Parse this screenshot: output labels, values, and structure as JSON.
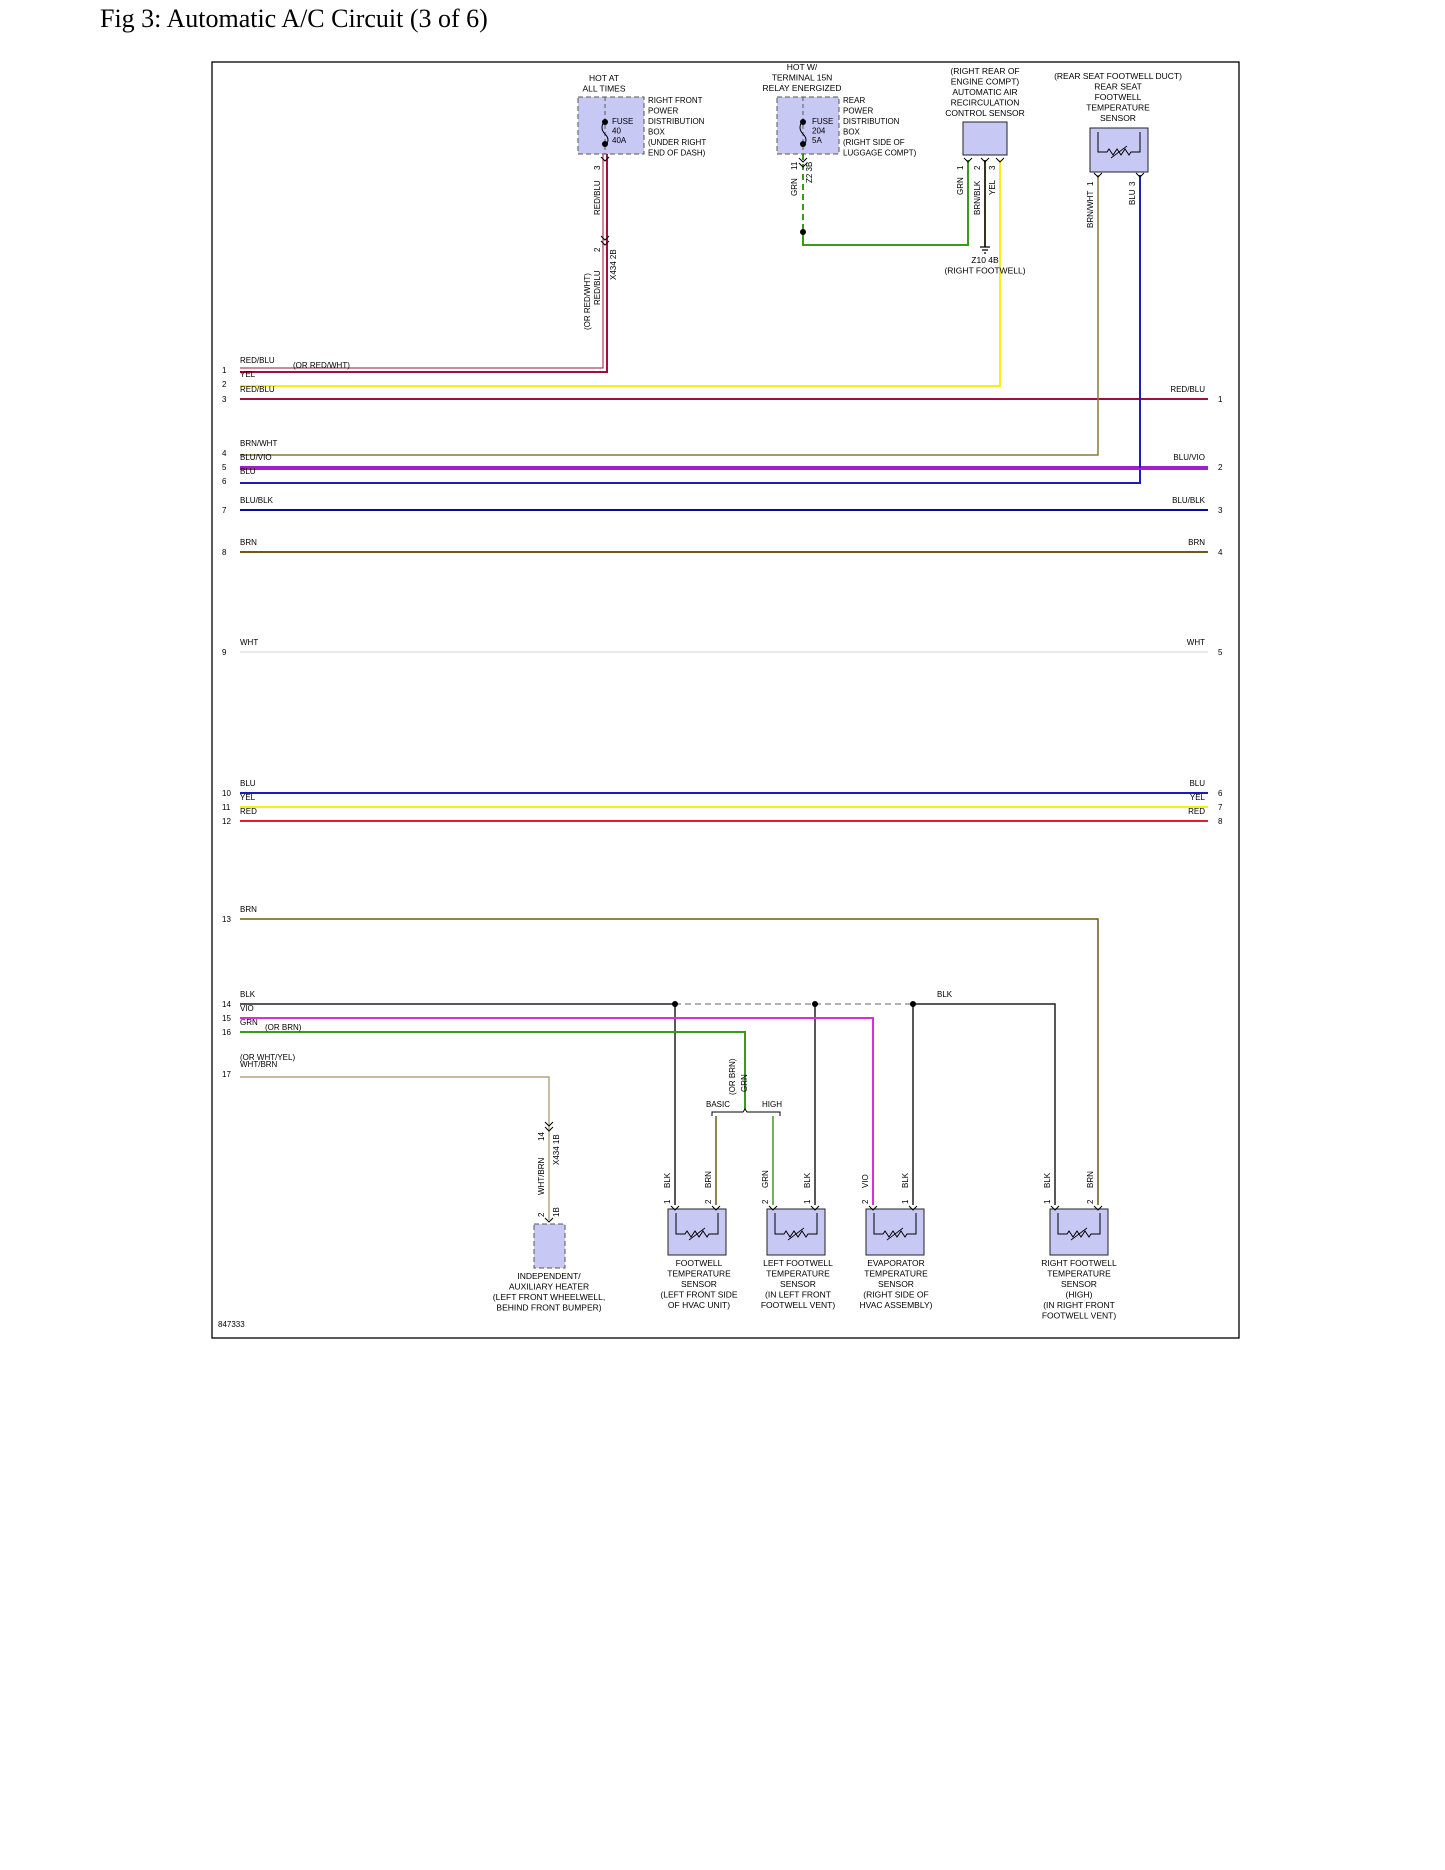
{
  "page": {
    "title": "Fig 3: Automatic A/C Circuit (3 of 6)",
    "figure_id": "847333"
  },
  "colors": {
    "RED/BLU": "#a0103c",
    "YEL": "#f5f016",
    "BRN/WHT": "#8a7a3a",
    "BLU/VIO": "#a020c8",
    "BLU": "#1c1cb8",
    "BLU/BLK": "#0a0aa0",
    "BRN": "#6e5a10",
    "WHT": "#d4d4d4",
    "RED": "#e0202a",
    "BLK": "#202020",
    "VIO": "#d830d8",
    "GRN": "#3a9a1a",
    "WHT/BRN": "#a09070",
    "BRN/BLK": "#3a3020",
    "component_fill": "#c8c8f4"
  },
  "left_connector": {
    "pins": [
      {
        "num": "1",
        "wire": "RED/BLU",
        "alt": "(OR RED/WHT)"
      },
      {
        "num": "2",
        "wire": "YEL",
        "alt": ""
      },
      {
        "num": "3",
        "wire": "RED/BLU",
        "alt": ""
      },
      {
        "num": "4",
        "wire": "BRN/WHT",
        "alt": ""
      },
      {
        "num": "5",
        "wire": "BLU/VIO",
        "alt": ""
      },
      {
        "num": "6",
        "wire": "BLU",
        "alt": ""
      },
      {
        "num": "7",
        "wire": "BLU/BLK",
        "alt": ""
      },
      {
        "num": "8",
        "wire": "BRN",
        "alt": ""
      },
      {
        "num": "9",
        "wire": "WHT",
        "alt": ""
      },
      {
        "num": "10",
        "wire": "BLU",
        "alt": ""
      },
      {
        "num": "11",
        "wire": "YEL",
        "alt": ""
      },
      {
        "num": "12",
        "wire": "RED",
        "alt": ""
      },
      {
        "num": "13",
        "wire": "BRN",
        "alt": ""
      },
      {
        "num": "14",
        "wire": "BLK",
        "alt": ""
      },
      {
        "num": "15",
        "wire": "VIO",
        "alt": ""
      },
      {
        "num": "16",
        "wire": "GRN",
        "alt": "(OR BRN)"
      },
      {
        "num": "17",
        "wire": "WHT/BRN",
        "alt": "(OR WHT/YEL)"
      }
    ]
  },
  "right_connector": {
    "pins": [
      {
        "num": "1",
        "wire": "RED/BLU"
      },
      {
        "num": "2",
        "wire": "BLU/VIO"
      },
      {
        "num": "3",
        "wire": "BLU/BLK"
      },
      {
        "num": "4",
        "wire": "BRN"
      },
      {
        "num": "5",
        "wire": "WHT"
      },
      {
        "num": "6",
        "wire": "BLU"
      },
      {
        "num": "7",
        "wire": "YEL"
      },
      {
        "num": "8",
        "wire": "RED"
      }
    ]
  },
  "fuse40": {
    "hot": [
      "HOT AT",
      "ALL TIMES"
    ],
    "label": [
      "FUSE",
      "40",
      "40A"
    ],
    "box": [
      "RIGHT FRONT",
      "POWER",
      "DISTRIBUTION",
      "BOX",
      "(UNDER RIGHT",
      "END OF DASH)"
    ],
    "pin": "3",
    "wire": "RED/BLU",
    "conn_pin": "2",
    "conn": "X434 2B",
    "wire2": "RED/BLU",
    "wire2_alt": "(OR RED/WHT)"
  },
  "fuse204": {
    "hot": [
      "HOT W/",
      "TERMINAL 15N",
      "RELAY ENERGIZED"
    ],
    "label": [
      "FUSE",
      "204",
      "5A"
    ],
    "box": [
      "REAR",
      "POWER",
      "DISTRIBUTION",
      "BOX",
      "(RIGHT SIDE OF",
      "LUGGAGE COMPT)"
    ],
    "pin": "11",
    "conn": "Z2 3B",
    "wire": "GRN"
  },
  "air_sensor": {
    "label": [
      "(RIGHT REAR OF",
      "ENGINE COMPT)",
      "AUTOMATIC AIR",
      "RECIRCULATION",
      "CONTROL SENSOR"
    ],
    "pins": [
      "1",
      "2",
      "3"
    ],
    "wires": [
      "GRN",
      "BRN/BLK",
      "YEL"
    ],
    "ground": [
      "Z10 4B",
      "(RIGHT FOOTWELL)"
    ]
  },
  "rear_sensor": {
    "label": [
      "(REAR SEAT FOOTWELL DUCT)",
      "REAR SEAT",
      "FOOTWELL",
      "TEMPERATURE",
      "SENSOR"
    ],
    "pins": [
      "1",
      "3"
    ],
    "wires": [
      "BRN/WHT",
      "BLU"
    ]
  },
  "bottom": {
    "blk_label": "BLK",
    "grn_label": "GRN",
    "grn_alt": "(OR BRN)",
    "basic": "BASIC",
    "high": "HIGH",
    "heater": {
      "label": [
        "INDEPENDENT/",
        "AUXILIARY HEATER",
        "(LEFT FRONT WHEELWELL,",
        "BEHIND FRONT BUMPER)"
      ],
      "conn_pin": "14",
      "conn": "X434 1B",
      "pin": "2",
      "pin_conn": "1B",
      "wire": "WHT/BRN"
    },
    "sensors": [
      {
        "label": [
          "FOOTWELL",
          "TEMPERATURE",
          "SENSOR",
          "(LEFT FRONT SIDE",
          "OF HVAC UNIT)"
        ],
        "pins": [
          "1",
          "2"
        ],
        "wires": [
          "BLK",
          "BRN"
        ]
      },
      {
        "label": [
          "LEFT FOOTWELL",
          "TEMPERATURE",
          "SENSOR",
          "(IN LEFT FRONT",
          "FOOTWELL VENT)"
        ],
        "pins": [
          "2",
          "1"
        ],
        "wires": [
          "GRN",
          "BLK"
        ]
      },
      {
        "label": [
          "EVAPORATOR",
          "TEMPERATURE",
          "SENSOR",
          "(RIGHT SIDE OF",
          "HVAC ASSEMBLY)"
        ],
        "pins": [
          "2",
          "1"
        ],
        "wires": [
          "VIO",
          "BLK"
        ]
      },
      {
        "label": [
          "RIGHT FOOTWELL",
          "TEMPERATURE",
          "SENSOR",
          "(HIGH)",
          "(IN RIGHT FRONT",
          "FOOTWELL VENT)"
        ],
        "pins": [
          "1",
          "2"
        ],
        "wires": [
          "BLK",
          "BRN"
        ]
      }
    ]
  }
}
